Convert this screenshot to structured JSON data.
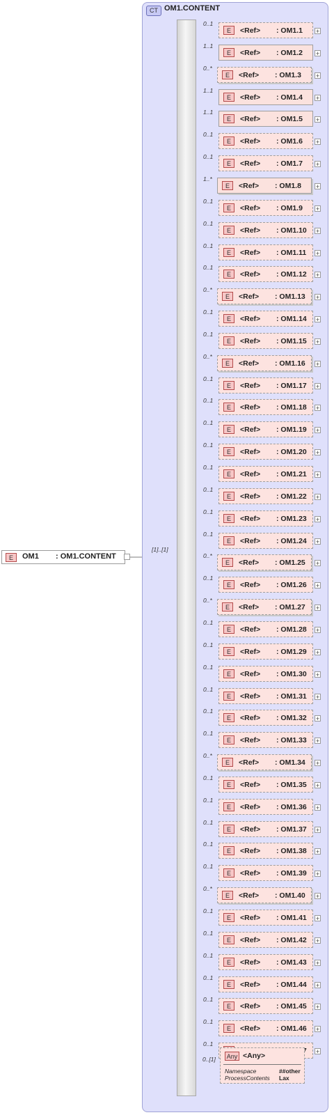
{
  "root": {
    "badge": "E",
    "name": "OM1",
    "type": ": OM1.CONTENT",
    "occurs": "[1]..[1]"
  },
  "complex_type": {
    "badge": "CT",
    "name": "OM1.CONTENT"
  },
  "elements": [
    {
      "occurs": "0..1",
      "ref": "<Ref>",
      "name": ": OM1.1"
    },
    {
      "occurs": "1..1",
      "ref": "<Ref>",
      "name": ": OM1.2"
    },
    {
      "occurs": "0..*",
      "ref": "<Ref>",
      "name": ": OM1.3"
    },
    {
      "occurs": "1..1",
      "ref": "<Ref>",
      "name": ": OM1.4"
    },
    {
      "occurs": "1..1",
      "ref": "<Ref>",
      "name": ": OM1.5"
    },
    {
      "occurs": "0..1",
      "ref": "<Ref>",
      "name": ": OM1.6"
    },
    {
      "occurs": "0..1",
      "ref": "<Ref>",
      "name": ": OM1.7"
    },
    {
      "occurs": "1..*",
      "ref": "<Ref>",
      "name": ": OM1.8"
    },
    {
      "occurs": "0..1",
      "ref": "<Ref>",
      "name": ": OM1.9"
    },
    {
      "occurs": "0..1",
      "ref": "<Ref>",
      "name": ": OM1.10"
    },
    {
      "occurs": "0..1",
      "ref": "<Ref>",
      "name": ": OM1.11"
    },
    {
      "occurs": "0..1",
      "ref": "<Ref>",
      "name": ": OM1.12"
    },
    {
      "occurs": "0..*",
      "ref": "<Ref>",
      "name": ": OM1.13"
    },
    {
      "occurs": "0..1",
      "ref": "<Ref>",
      "name": ": OM1.14"
    },
    {
      "occurs": "0..1",
      "ref": "<Ref>",
      "name": ": OM1.15"
    },
    {
      "occurs": "0..*",
      "ref": "<Ref>",
      "name": ": OM1.16"
    },
    {
      "occurs": "0..1",
      "ref": "<Ref>",
      "name": ": OM1.17"
    },
    {
      "occurs": "0..1",
      "ref": "<Ref>",
      "name": ": OM1.18"
    },
    {
      "occurs": "0..1",
      "ref": "<Ref>",
      "name": ": OM1.19"
    },
    {
      "occurs": "0..1",
      "ref": "<Ref>",
      "name": ": OM1.20"
    },
    {
      "occurs": "0..1",
      "ref": "<Ref>",
      "name": ": OM1.21"
    },
    {
      "occurs": "0..1",
      "ref": "<Ref>",
      "name": ": OM1.22"
    },
    {
      "occurs": "0..1",
      "ref": "<Ref>",
      "name": ": OM1.23"
    },
    {
      "occurs": "0..1",
      "ref": "<Ref>",
      "name": ": OM1.24"
    },
    {
      "occurs": "0..*",
      "ref": "<Ref>",
      "name": ": OM1.25"
    },
    {
      "occurs": "0..1",
      "ref": "<Ref>",
      "name": ": OM1.26"
    },
    {
      "occurs": "0..*",
      "ref": "<Ref>",
      "name": ": OM1.27"
    },
    {
      "occurs": "0..1",
      "ref": "<Ref>",
      "name": ": OM1.28"
    },
    {
      "occurs": "0..1",
      "ref": "<Ref>",
      "name": ": OM1.29"
    },
    {
      "occurs": "0..1",
      "ref": "<Ref>",
      "name": ": OM1.30"
    },
    {
      "occurs": "0..1",
      "ref": "<Ref>",
      "name": ": OM1.31"
    },
    {
      "occurs": "0..1",
      "ref": "<Ref>",
      "name": ": OM1.32"
    },
    {
      "occurs": "0..1",
      "ref": "<Ref>",
      "name": ": OM1.33"
    },
    {
      "occurs": "0..*",
      "ref": "<Ref>",
      "name": ": OM1.34"
    },
    {
      "occurs": "0..1",
      "ref": "<Ref>",
      "name": ": OM1.35"
    },
    {
      "occurs": "0..1",
      "ref": "<Ref>",
      "name": ": OM1.36"
    },
    {
      "occurs": "0..1",
      "ref": "<Ref>",
      "name": ": OM1.37"
    },
    {
      "occurs": "0..1",
      "ref": "<Ref>",
      "name": ": OM1.38"
    },
    {
      "occurs": "0..1",
      "ref": "<Ref>",
      "name": ": OM1.39"
    },
    {
      "occurs": "0..*",
      "ref": "<Ref>",
      "name": ": OM1.40"
    },
    {
      "occurs": "0..1",
      "ref": "<Ref>",
      "name": ": OM1.41"
    },
    {
      "occurs": "0..1",
      "ref": "<Ref>",
      "name": ": OM1.42"
    },
    {
      "occurs": "0..1",
      "ref": "<Ref>",
      "name": ": OM1.43"
    },
    {
      "occurs": "0..1",
      "ref": "<Ref>",
      "name": ": OM1.44"
    },
    {
      "occurs": "0..1",
      "ref": "<Ref>",
      "name": ": OM1.45"
    },
    {
      "occurs": "0..1",
      "ref": "<Ref>",
      "name": ": OM1.46"
    },
    {
      "occurs": "0..1",
      "ref": "<Ref>",
      "name": ": OM1.47"
    }
  ],
  "any": {
    "badge": "Any",
    "title": "<Any>",
    "occurs": "0..[1]",
    "namespace_label": "Namespace",
    "namespace_value": "##other",
    "process_label": "ProcessContents",
    "process_value": "Lax"
  }
}
